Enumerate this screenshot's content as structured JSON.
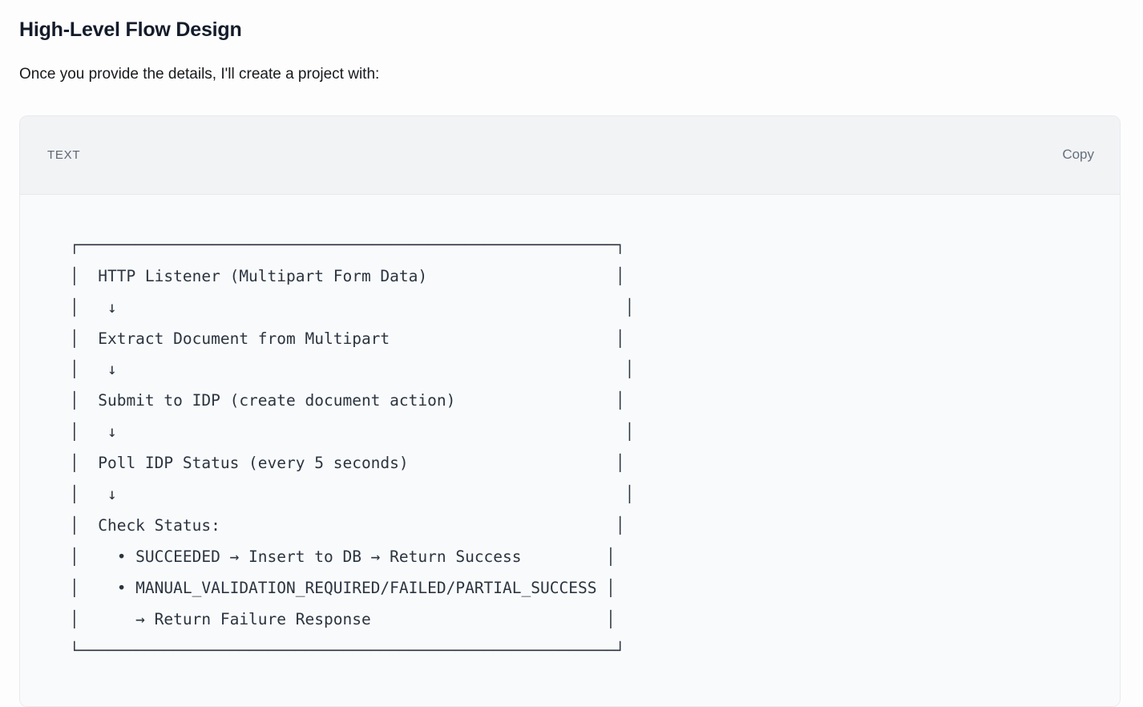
{
  "page": {
    "title": "High-Level Flow Design",
    "intro": "Once you provide the details, I'll create a project with:"
  },
  "code_block": {
    "language_label": "TEXT",
    "copy_label": "Copy",
    "content": "┌─────────────────────────────────────────────────────────┐\n│  HTTP Listener (Multipart Form Data)                    │\n│   ↓                                                      │\n│  Extract Document from Multipart                        │\n│   ↓                                                      │\n│  Submit to IDP (create document action)                 │\n│   ↓                                                      │\n│  Poll IDP Status (every 5 seconds)                      │\n│   ↓                                                      │\n│  Check Status:                                          │\n│    • SUCCEEDED → Insert to DB → Return Success         │\n│    • MANUAL_VALIDATION_REQUIRED/FAILED/PARTIAL_SUCCESS │\n│      → Return Failure Response                         │\n└─────────────────────────────────────────────────────────┘",
    "flow_steps": [
      "HTTP Listener (Multipart Form Data)",
      "Extract Document from Multipart",
      "Submit to IDP (create document action)",
      "Poll IDP Status (every 5 seconds)",
      "Check Status:"
    ],
    "status_branches": [
      "SUCCEEDED → Insert to DB → Return Success",
      "MANUAL_VALIDATION_REQUIRED/FAILED/PARTIAL_SUCCESS",
      "→ Return Failure Response"
    ]
  },
  "colors": {
    "page_background": "#fdfdfd",
    "heading": "#141c2b",
    "body_text": "#17191c",
    "card_header_background": "#f1f3f5",
    "card_body_background": "#f9fafb",
    "card_border": "#e8eaee",
    "code_text": "#2b3440",
    "muted_text": "#5c6573"
  }
}
